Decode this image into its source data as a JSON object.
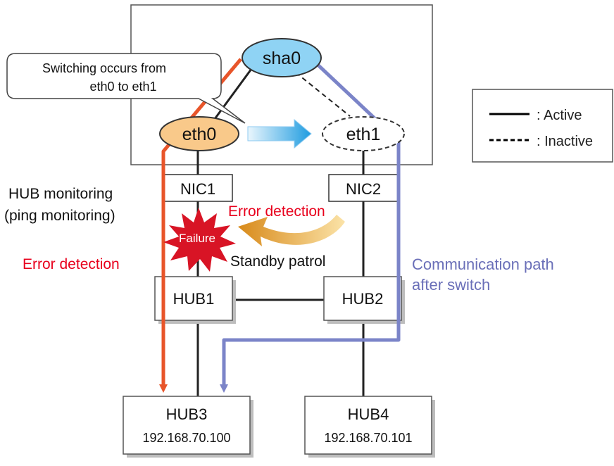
{
  "host": {
    "virtual_interface": "sha0",
    "interfaces": [
      "eth0",
      "eth1"
    ]
  },
  "nics": [
    "NIC1",
    "NIC2"
  ],
  "hubs": {
    "hub1": "HUB1",
    "hub2": "HUB2",
    "hub3": {
      "name": "HUB3",
      "ip": "192.168.70.100"
    },
    "hub4": {
      "name": "HUB4",
      "ip": "192.168.70.101"
    }
  },
  "callout": {
    "line1": "Switching occurs from",
    "line2": "eth0 to eth1"
  },
  "legend": {
    "active": ": Active",
    "inactive": ": Inactive"
  },
  "labels": {
    "monitoring_line1": "HUB monitoring",
    "monitoring_line2": "(ping monitoring)",
    "error_detection_left": "Error detection",
    "error_detection_right": "Error detection",
    "failure": "Failure",
    "standby_patrol": "Standby patrol",
    "comm_path_line1": "Communication path",
    "comm_path_line2": "after switch"
  },
  "colors": {
    "eth0_fill": "#f9c98a",
    "sha0_fill": "#8fd3f4",
    "orange_path": "#e8552a",
    "blue_path": "#7b84c8",
    "error_text": "#e8001c",
    "comm_text": "#6a6fb8",
    "failure_burst": "#d81425",
    "patrol_arrow": "#e8a53a"
  }
}
